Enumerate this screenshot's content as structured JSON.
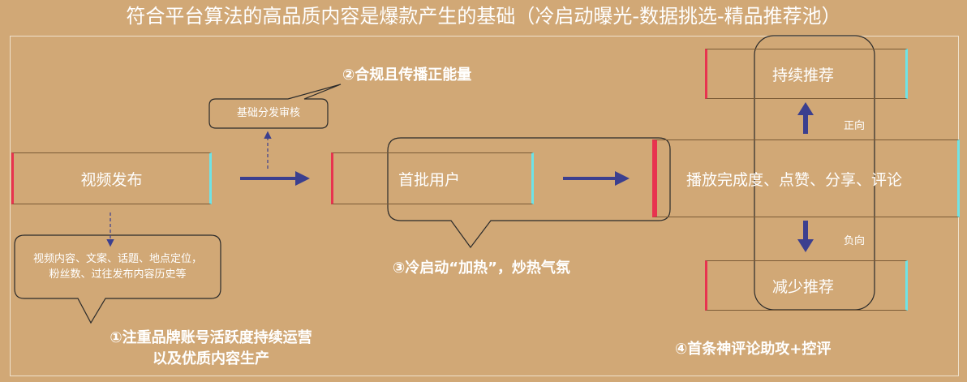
{
  "title": "符合平台算法的高品质内容是爆款产生的基础（冷启动曝光-数据挑选-精品推荐池）",
  "boxes": {
    "publish": "视频发布",
    "first_users": "首批用户",
    "metrics": "播放完成度、点赞、分享、评论",
    "keep_recommend": "持续推荐",
    "reduce_recommend": "减少推荐"
  },
  "bubbles": {
    "review": "基础分发审核",
    "content_factors": [
      "视频内容、文案、话题、地点定位，",
      "粉丝数、过往发布内容历史等"
    ]
  },
  "notes": {
    "step1": [
      "①注重品牌账号活跃度持续运营",
      "以及优质内容生产"
    ],
    "step2": "②合规且传播正能量",
    "step3": "③冷启动“加热”，炒热气氛",
    "step4": "④首条神评论助攻+控评"
  },
  "labels": {
    "positive": "正向",
    "negative": "负向"
  },
  "colors": {
    "background": "#d1a876",
    "arrow": "#3b3f8f",
    "accent_left": "#e8334f",
    "accent_right": "#6fe3e6"
  }
}
